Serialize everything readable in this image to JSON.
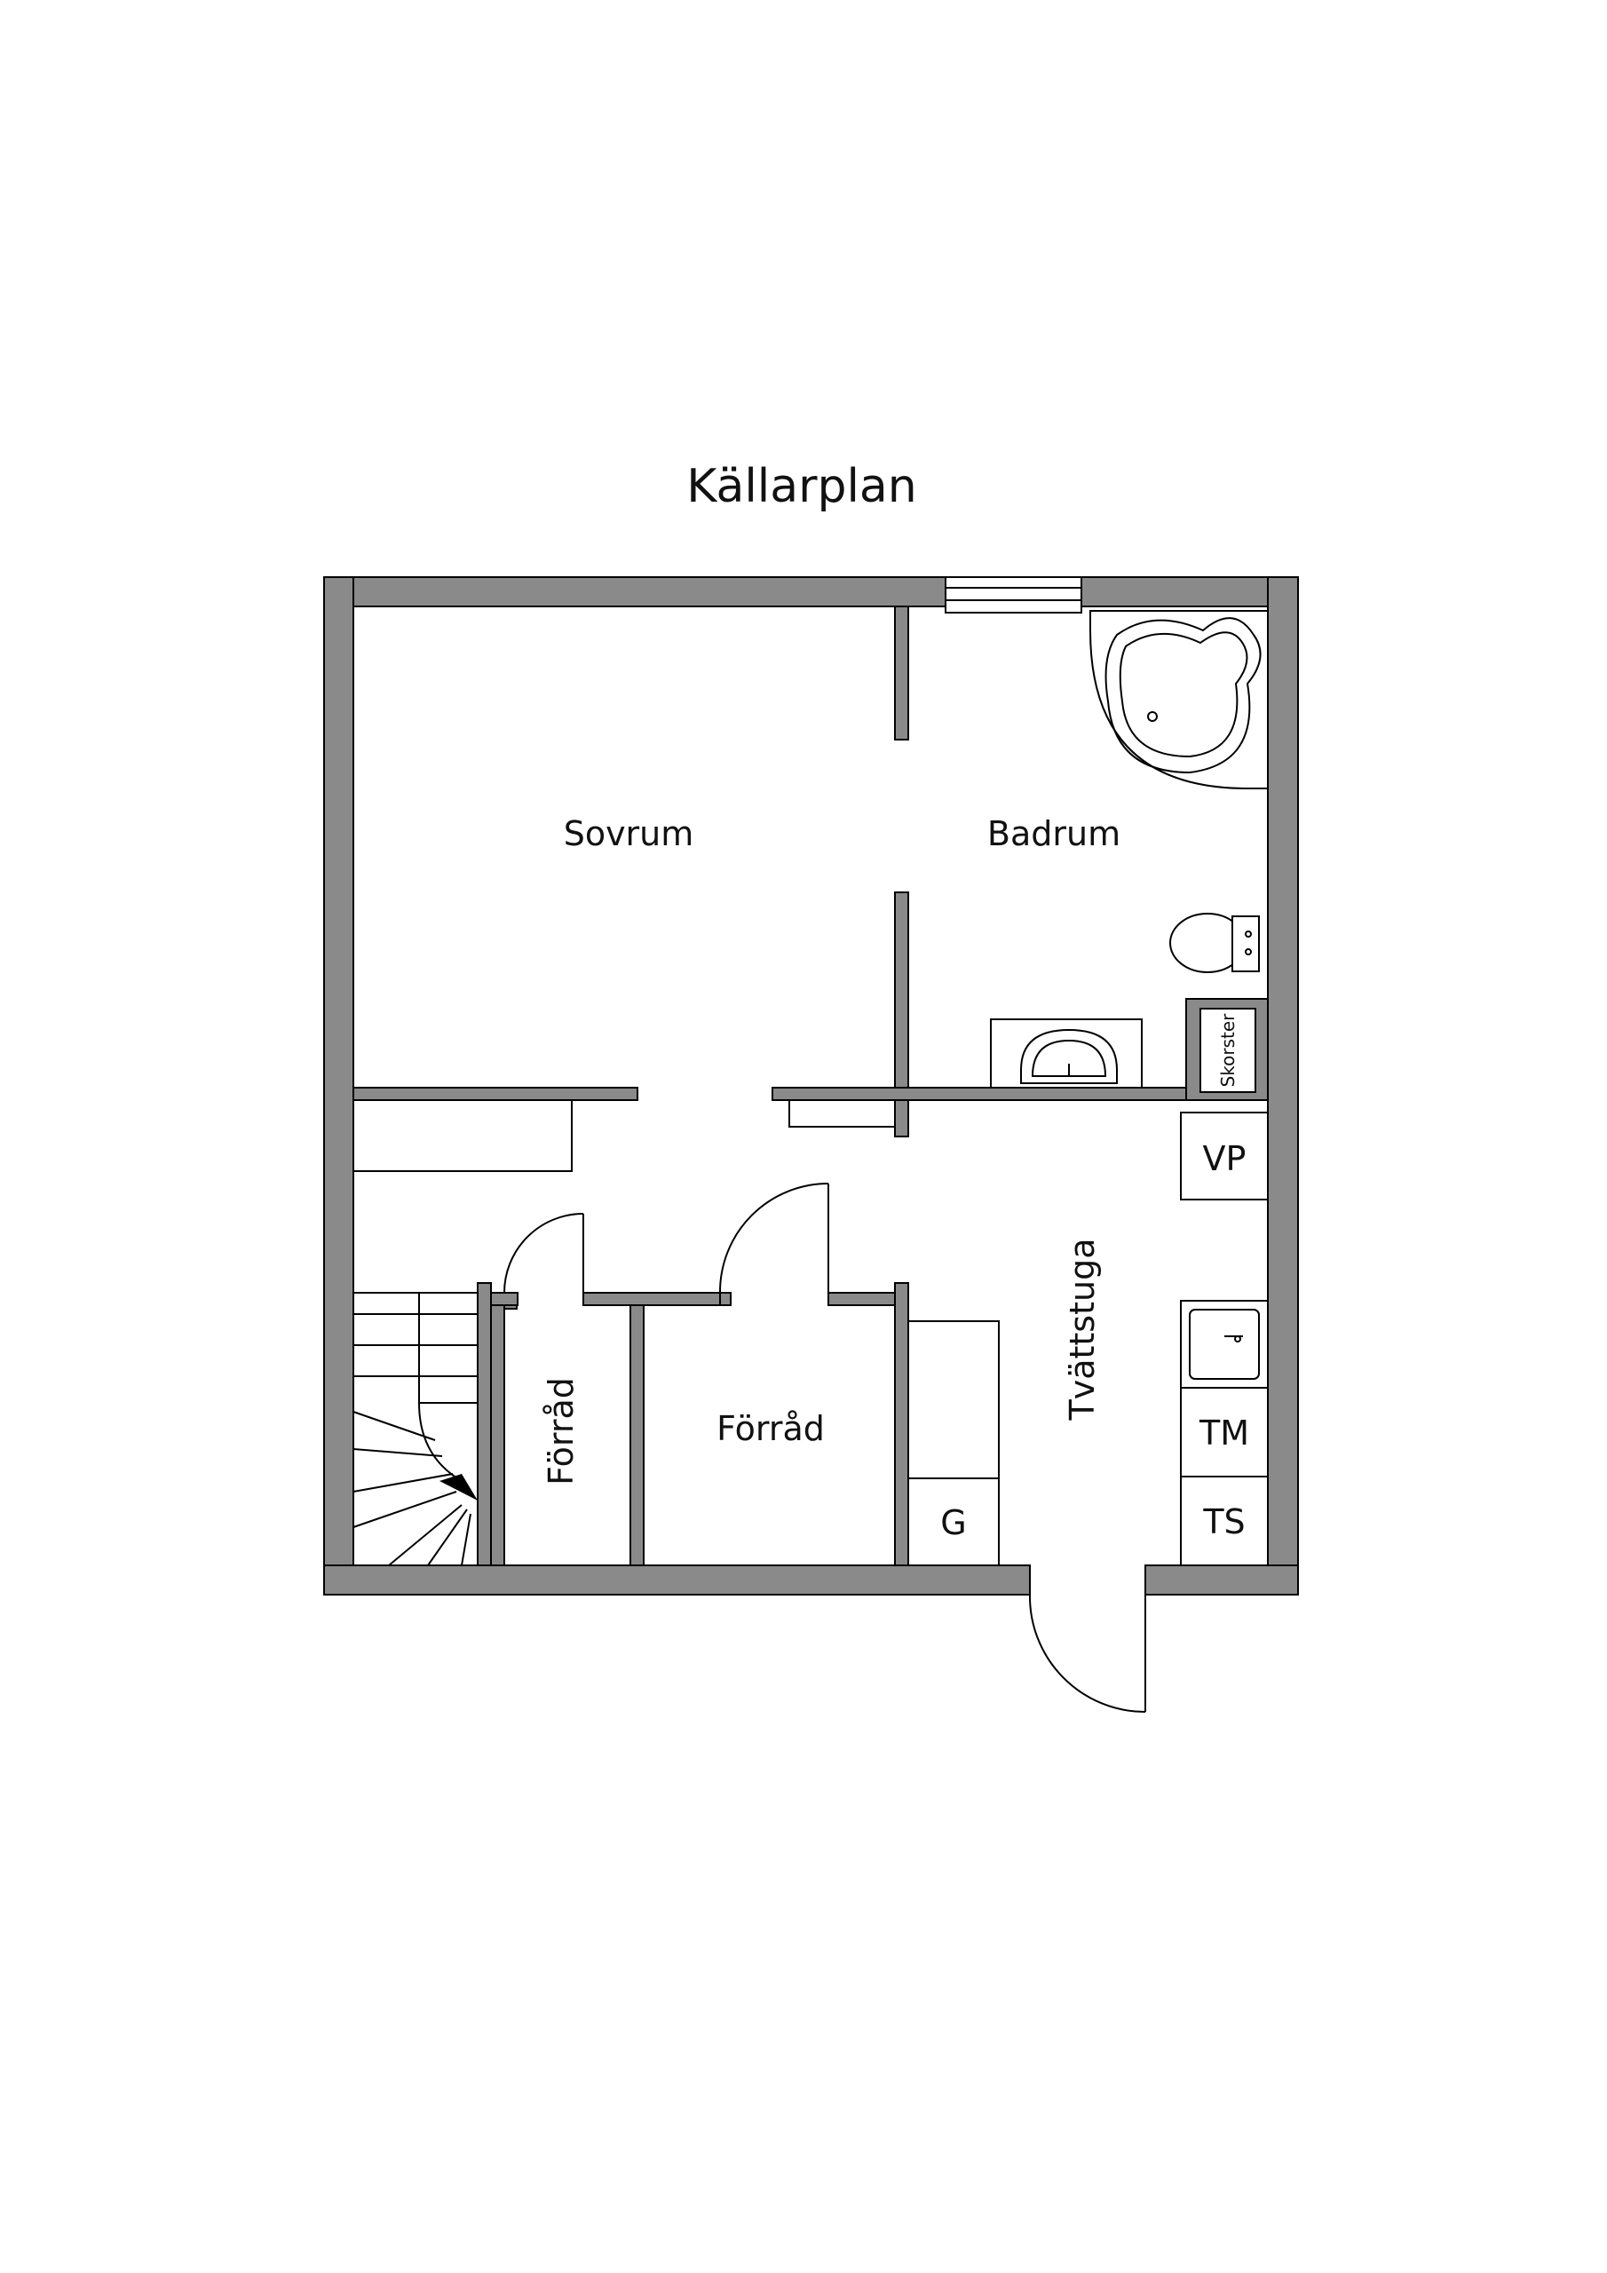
{
  "title": "Källarplan",
  "rooms": {
    "sovrum": "Sovrum",
    "badrum": "Badrum",
    "forrad_small": "Förråd",
    "forrad_large": "Förråd",
    "tvattstuga": "Tvättstuga"
  },
  "fixtures": {
    "skorsten": "Skorster",
    "vp": "VP",
    "tm": "TM",
    "ts": "TS",
    "g": "G"
  },
  "colors": {
    "wall": "#8a8a8a",
    "background": "#ffffff",
    "line": "#000000"
  }
}
